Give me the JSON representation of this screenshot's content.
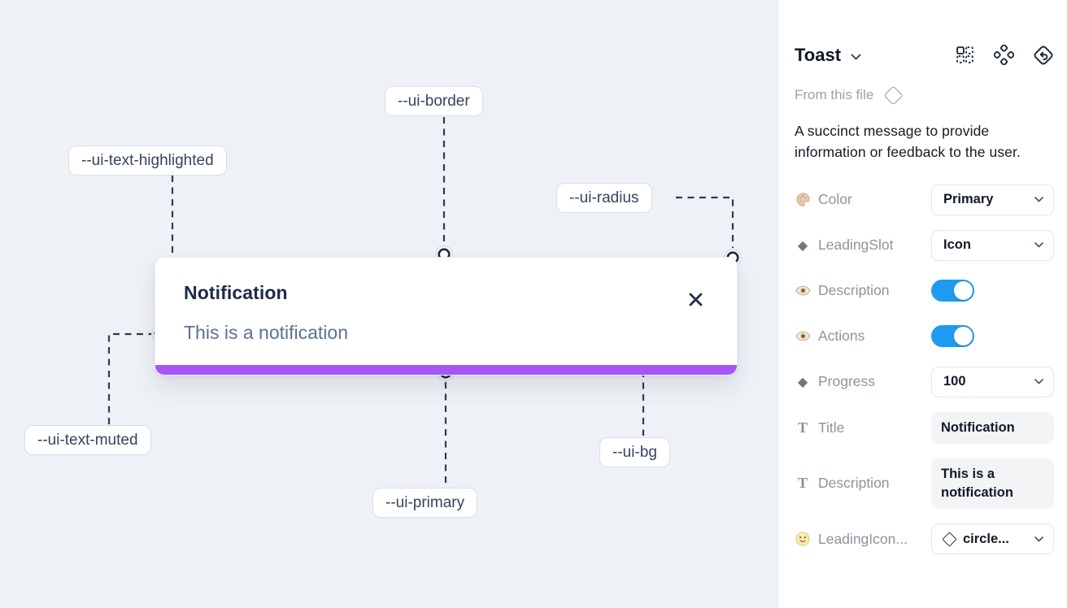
{
  "canvas": {
    "toast": {
      "title": "Notification",
      "description": "This is a notification"
    },
    "annotations": {
      "text_highlighted": {
        "label": "--ui-text-highlighted"
      },
      "border": {
        "label": "--ui-border"
      },
      "radius": {
        "label": "--ui-radius"
      },
      "text_muted": {
        "label": "--ui-text-muted"
      },
      "primary": {
        "label": "--ui-primary"
      },
      "bg": {
        "label": "--ui-bg"
      }
    },
    "colors": {
      "canvas_bg": "#eef1f6",
      "primary_bar": "#a855f7",
      "annotation_line": "#2d3b55"
    }
  },
  "panel": {
    "title": "Toast",
    "source_label": "From this file",
    "description": "A succinct message to provide information or feedback to the user.",
    "header_icons": [
      "instance-grid-icon",
      "component-icon",
      "go-to-main-component-icon"
    ],
    "colors": {
      "toggle_on": "#1e9bf0"
    },
    "properties": [
      {
        "icon": "palette-icon",
        "label": "Color",
        "control": "select",
        "value": "Primary"
      },
      {
        "icon": "diamond-icon",
        "label": "LeadingSlot",
        "control": "select",
        "value": "Icon"
      },
      {
        "icon": "eye-icon",
        "label": "Description",
        "control": "toggle",
        "state": "on"
      },
      {
        "icon": "eye-icon",
        "label": "Actions",
        "control": "toggle",
        "state": "on"
      },
      {
        "icon": "diamond-icon",
        "label": "Progress",
        "control": "select",
        "value": "100"
      },
      {
        "icon": "text-icon",
        "label": "Title",
        "control": "textfield",
        "value": "Notification"
      },
      {
        "icon": "text-icon",
        "label": "Description",
        "control": "textfield",
        "value": "This is a notification"
      },
      {
        "icon": "smiley-icon",
        "label": "LeadingIcon...",
        "control": "select",
        "value": "circle..."
      }
    ]
  }
}
